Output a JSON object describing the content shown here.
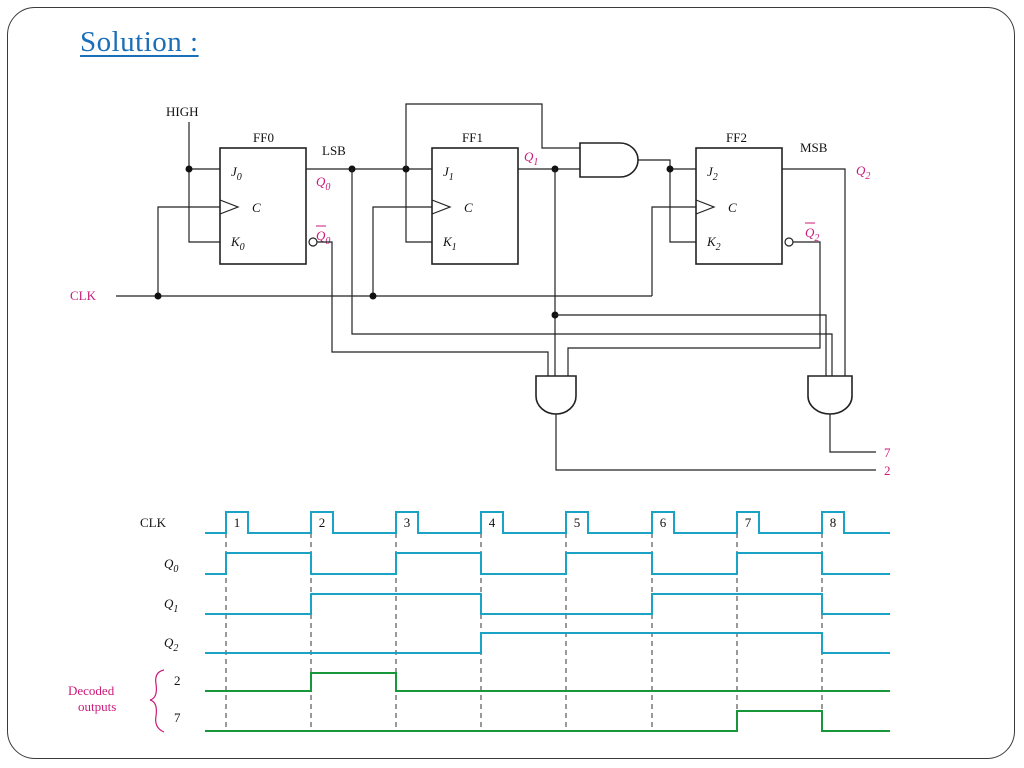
{
  "title": "Solution :",
  "colors": {
    "title": "#1a6fb8",
    "magenta": "#cc1a7a",
    "cyan": "#1aa3c4",
    "green": "#17963a"
  },
  "circuit": {
    "high": "HIGH",
    "clk": "CLK",
    "lsb": "LSB",
    "msb": "MSB",
    "ff0": {
      "name": "FF0",
      "j": "J",
      "j_sub": "0",
      "c": "C",
      "k": "K",
      "k_sub": "0"
    },
    "ff1": {
      "name": "FF1",
      "j": "J",
      "j_sub": "1",
      "c": "C",
      "k": "K",
      "k_sub": "1"
    },
    "ff2": {
      "name": "FF2",
      "j": "J",
      "j_sub": "2",
      "c": "C",
      "k": "K",
      "k_sub": "2"
    },
    "q0": "Q",
    "q0_sub": "0",
    "q0bar": "Q",
    "q0bar_sub": "0",
    "q1": "Q",
    "q1_sub": "1",
    "q2": "Q",
    "q2_sub": "2",
    "q2bar": "Q",
    "q2bar_sub": "2",
    "out7": "7",
    "out2": "2"
  },
  "timing": {
    "clk_label": "CLK",
    "q0_label": "Q",
    "q0_sub": "0",
    "q1_label": "Q",
    "q1_sub": "1",
    "q2_label": "Q",
    "q2_sub": "2",
    "decoded_line1": "Decoded",
    "decoded_line2": "outputs",
    "out2_label": "2",
    "out7_label": "7",
    "clock_numbers": [
      "1",
      "2",
      "3",
      "4",
      "5",
      "6",
      "7",
      "8"
    ],
    "q0_levels": [
      1,
      0,
      1,
      0,
      1,
      0,
      1,
      0
    ],
    "q1_levels": [
      0,
      1,
      1,
      0,
      0,
      1,
      1,
      0
    ],
    "q2_levels": [
      0,
      0,
      0,
      1,
      1,
      1,
      1,
      0
    ],
    "out2_levels": [
      0,
      1,
      0,
      0,
      0,
      0,
      0,
      0
    ],
    "out7_levels": [
      0,
      0,
      0,
      0,
      0,
      0,
      1,
      0
    ]
  }
}
